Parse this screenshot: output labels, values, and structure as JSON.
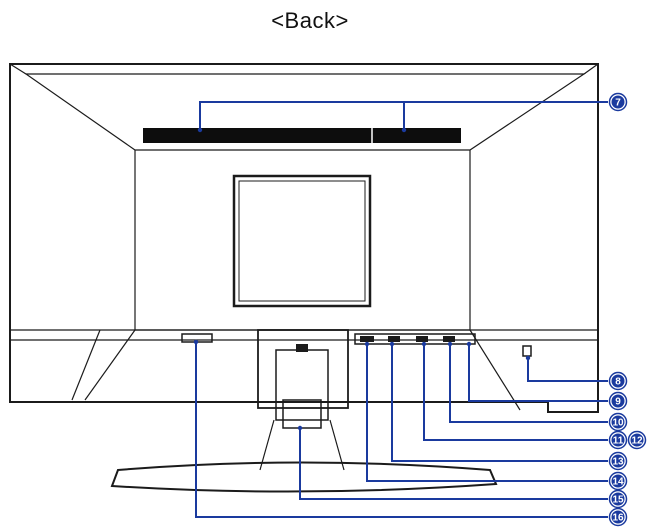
{
  "title": "<Back>",
  "callouts": {
    "c7": "7",
    "c8": "8",
    "c9": "9",
    "c10": "10",
    "c11": "11",
    "c12": "12",
    "c13": "13",
    "c14": "14",
    "c15": "15",
    "c16": "16"
  },
  "colors": {
    "callout": "#1a3a9e",
    "outline": "#1b1b1b",
    "vent": "#0d0d0d"
  }
}
